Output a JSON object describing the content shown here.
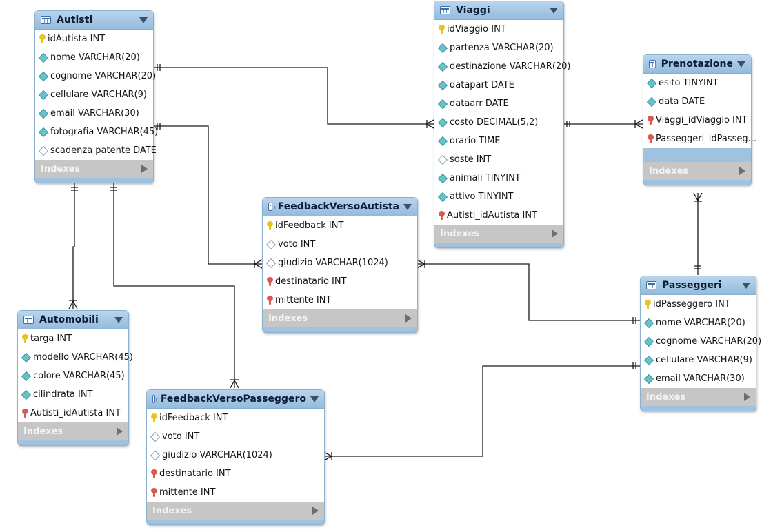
{
  "tables": {
    "autisti": {
      "name": "Autisti",
      "indexes_label": "Indexes",
      "columns": [
        {
          "kind": "key-pk",
          "text": "idAutista INT"
        },
        {
          "kind": "col-nn",
          "text": "nome VARCHAR(20)"
        },
        {
          "kind": "col-nn",
          "text": "cognome VARCHAR(20)"
        },
        {
          "kind": "col-nn",
          "text": "cellulare VARCHAR(9)"
        },
        {
          "kind": "col-nn",
          "text": "email VARCHAR(30)"
        },
        {
          "kind": "col-nn",
          "text": "fotografia VARCHAR(45)"
        },
        {
          "kind": "col-null",
          "text": "scadenza patente DATE"
        }
      ]
    },
    "viaggi": {
      "name": "Viaggi",
      "indexes_label": "Indexes",
      "columns": [
        {
          "kind": "key-pk",
          "text": "idViaggio INT"
        },
        {
          "kind": "col-nn",
          "text": "partenza VARCHAR(20)"
        },
        {
          "kind": "col-nn",
          "text": "destinazione VARCHAR(20)"
        },
        {
          "kind": "col-nn",
          "text": "datapart DATE"
        },
        {
          "kind": "col-nn",
          "text": "dataarr DATE"
        },
        {
          "kind": "col-nn",
          "text": "costo DECIMAL(5,2)"
        },
        {
          "kind": "col-nn",
          "text": "orario TIME"
        },
        {
          "kind": "col-null",
          "text": "soste INT"
        },
        {
          "kind": "col-nn",
          "text": "animali TINYINT"
        },
        {
          "kind": "col-nn",
          "text": "attivo TINYINT"
        },
        {
          "kind": "key-fk",
          "text": "Autisti_idAutista INT"
        }
      ]
    },
    "prenotazione": {
      "name": "Prenotazione",
      "indexes_label": "Indexes",
      "columns": [
        {
          "kind": "col-nn",
          "text": "esito TINYINT"
        },
        {
          "kind": "col-nn",
          "text": "data DATE"
        },
        {
          "kind": "key-fk",
          "text": "Viaggi_idViaggio INT"
        },
        {
          "kind": "key-fk",
          "text": "Passeggeri_idPasseg..."
        }
      ]
    },
    "feedbackVersoAutista": {
      "name": "FeedbackVersoAutista",
      "indexes_label": "Indexes",
      "columns": [
        {
          "kind": "key-pk",
          "text": "idFeedback INT"
        },
        {
          "kind": "col-null",
          "text": "voto INT"
        },
        {
          "kind": "col-null",
          "text": "giudizio VARCHAR(1024)"
        },
        {
          "kind": "key-fk",
          "text": "destinatario INT"
        },
        {
          "kind": "key-fk",
          "text": "mittente INT"
        }
      ]
    },
    "automobili": {
      "name": "Automobili",
      "indexes_label": "Indexes",
      "columns": [
        {
          "kind": "key-pk",
          "text": "targa INT"
        },
        {
          "kind": "col-nn",
          "text": "modello VARCHAR(45)"
        },
        {
          "kind": "col-nn",
          "text": "colore VARCHAR(45)"
        },
        {
          "kind": "col-nn",
          "text": "cilindrata INT"
        },
        {
          "kind": "key-fk",
          "text": "Autisti_idAutista INT"
        }
      ]
    },
    "passeggeri": {
      "name": "Passeggeri",
      "indexes_label": "Indexes",
      "columns": [
        {
          "kind": "key-pk",
          "text": "idPasseggero INT"
        },
        {
          "kind": "col-nn",
          "text": "nome VARCHAR(20)"
        },
        {
          "kind": "col-nn",
          "text": "cognome VARCHAR(20)"
        },
        {
          "kind": "col-nn",
          "text": "cellulare VARCHAR(9)"
        },
        {
          "kind": "col-nn",
          "text": "email VARCHAR(30)"
        }
      ]
    },
    "feedbackVersoPasseggero": {
      "name": "FeedbackVersoPasseggero",
      "indexes_label": "Indexes",
      "columns": [
        {
          "kind": "key-pk",
          "text": "idFeedback INT"
        },
        {
          "kind": "col-null",
          "text": "voto INT"
        },
        {
          "kind": "col-null",
          "text": "giudizio VARCHAR(1024)"
        },
        {
          "kind": "key-fk",
          "text": "destinatario INT"
        },
        {
          "kind": "key-fk",
          "text": "mittente INT"
        }
      ]
    }
  },
  "relationships": [
    {
      "from": "Autisti",
      "to": "Viaggi",
      "from_cardinality": "one",
      "to_cardinality": "many"
    },
    {
      "from": "Viaggi",
      "to": "Prenotazione",
      "from_cardinality": "one",
      "to_cardinality": "many"
    },
    {
      "from": "Passeggeri",
      "to": "Prenotazione",
      "from_cardinality": "one",
      "to_cardinality": "many"
    },
    {
      "from": "Autisti",
      "to": "FeedbackVersoAutista",
      "from_cardinality": "one",
      "to_cardinality": "many"
    },
    {
      "from": "Passeggeri",
      "to": "FeedbackVersoAutista",
      "from_cardinality": "one",
      "to_cardinality": "many"
    },
    {
      "from": "Autisti",
      "to": "Automobili",
      "from_cardinality": "one",
      "to_cardinality": "many"
    },
    {
      "from": "Autisti",
      "to": "FeedbackVersoPasseggero",
      "from_cardinality": "one",
      "to_cardinality": "many"
    },
    {
      "from": "Passeggeri",
      "to": "FeedbackVersoPasseggero",
      "from_cardinality": "one",
      "to_cardinality": "many"
    }
  ],
  "colors": {
    "table_header": "#9ec2e0",
    "connector": "#1a1a1a",
    "primary_key": "#e9c31d",
    "foreign_key": "#d85a4e",
    "column_marker": "#67c2cb",
    "indexes_bar": "#c6c6c6"
  }
}
